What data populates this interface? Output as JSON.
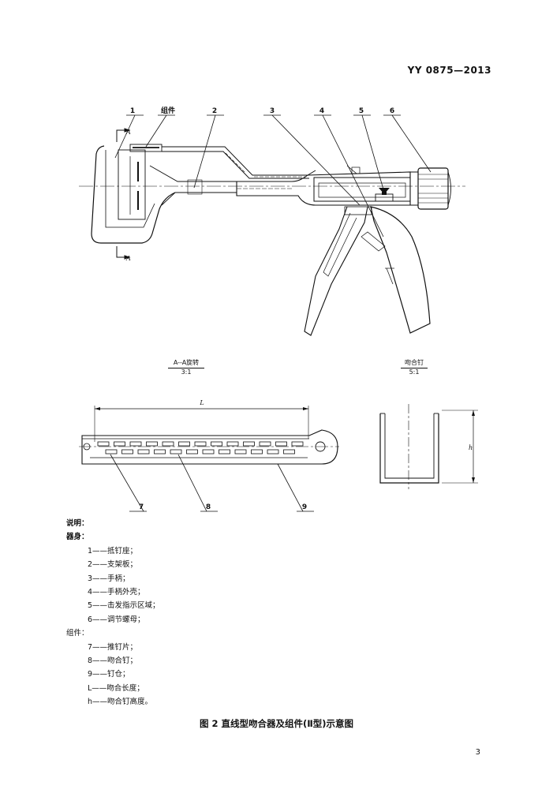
{
  "header": {
    "standard_code": "YY 0875—2013"
  },
  "figure": {
    "callouts": [
      "1",
      "组件",
      "2",
      "3",
      "4",
      "5",
      "6",
      "7",
      "8",
      "9"
    ],
    "section_mark": "A",
    "dimension_L": "L",
    "dimension_h": "h",
    "caption_section": {
      "label": "A--A旋转",
      "scale": "3:1"
    },
    "caption_staple": {
      "label": "吻合钉",
      "scale": "5:1"
    }
  },
  "legend": {
    "heading": "说明：",
    "group_body": "器身：",
    "body_items": [
      "1——抵钉座；",
      "2——支架板；",
      "3——手柄；",
      "4——手柄外壳；",
      "5——击发指示区域；",
      "6——调节螺母；"
    ],
    "group_component": "组件：",
    "component_items": [
      "7——推钉片；",
      "8——吻合钉；",
      "9——钉仓；",
      "L——吻合长度；",
      "h——吻合钉高度。"
    ]
  },
  "figure_title": "图 2    直线型吻合器及组件(Ⅱ型)示意图",
  "page_number": "3"
}
